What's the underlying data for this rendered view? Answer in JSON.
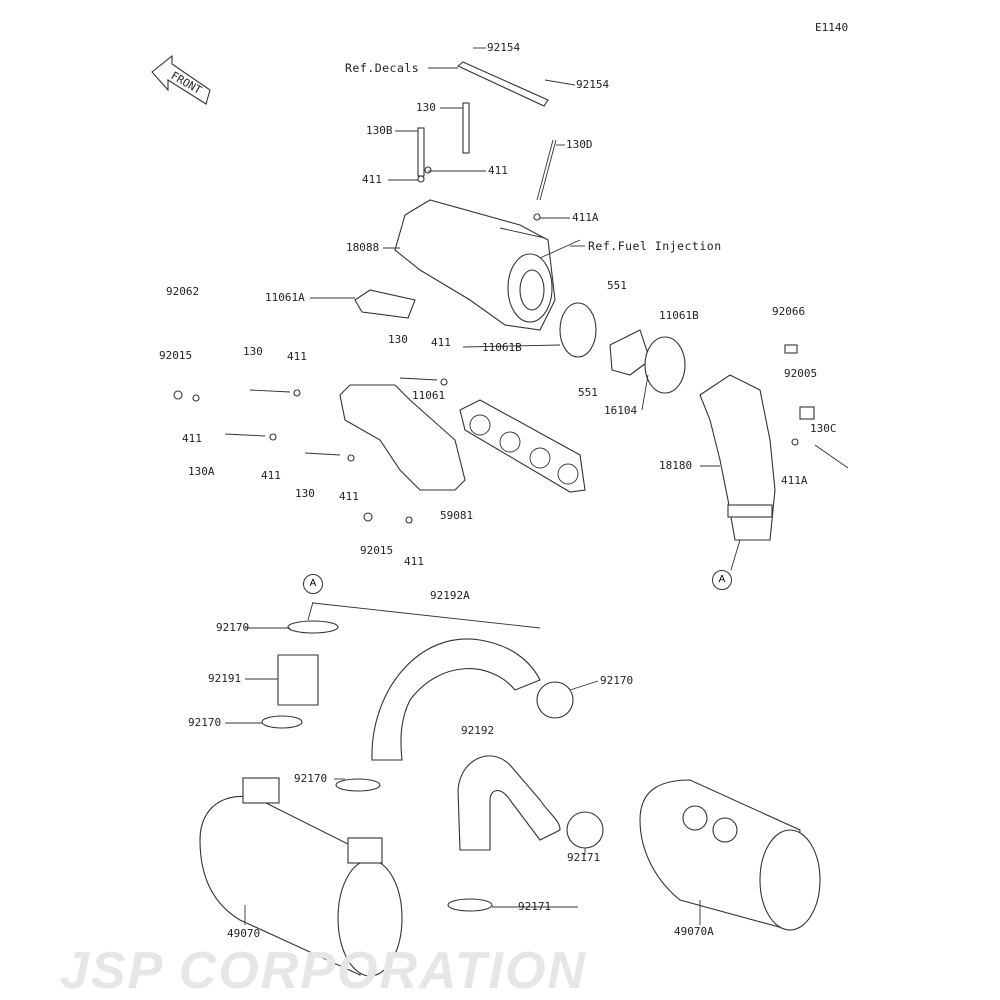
{
  "diagram_code": "E1140",
  "front_label": "FRONT",
  "watermark": "JSP CORPORATION",
  "callouts": [
    "92154",
    "92154",
    "Ref.Decals",
    "130",
    "130B",
    "130D",
    "411",
    "411",
    "411A",
    "18088",
    "Ref.Fuel Injection",
    "92062",
    "11061A",
    "551",
    "11061B",
    "92066",
    "11061B",
    "130",
    "411",
    "130",
    "411",
    "92015",
    "11061",
    "551",
    "16104",
    "92005",
    "130C",
    "411",
    "130A",
    "411",
    "18180",
    "411A",
    "130",
    "411",
    "59081",
    "92015",
    "411",
    "92192A",
    "92170",
    "92170",
    "92191",
    "92170",
    "92192",
    "92170",
    "92171",
    "92171",
    "49070",
    "49070A"
  ],
  "connectors": [
    "A",
    "A"
  ]
}
